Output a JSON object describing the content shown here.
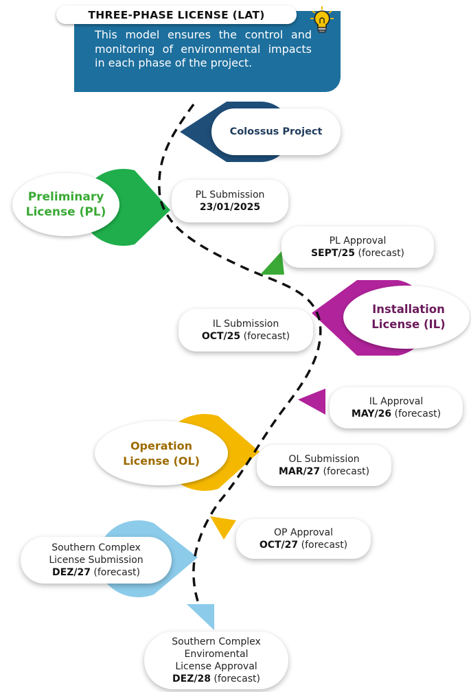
{
  "header": {
    "title": "THREE-PHASE LICENSE (LAT)",
    "description": "This model ensures the control and monitoring of environmental impacts in each phase of the project."
  },
  "colors": {
    "header_bg": "#1d6f9d",
    "project": "#1f4e79",
    "pl": "#1fae4b",
    "pl_text": "#3aa935",
    "il": "#b0239a",
    "il_text": "#6b1a5b",
    "ol": "#f5b800",
    "ol_text": "#9c6a00",
    "southern": "#8ccbea"
  },
  "project": {
    "label": "Colossus Project"
  },
  "phases": {
    "pl": {
      "line1": "Preliminary",
      "line2": "License (PL)"
    },
    "il": {
      "line1": "Installation",
      "line2": "License (IL)"
    },
    "ol": {
      "line1": "Operation",
      "line2": "License (OL)"
    }
  },
  "milestones": {
    "pl_submission": {
      "label": "PL Submission",
      "date": "23/01/2025",
      "note": ""
    },
    "pl_approval": {
      "label": "PL Approval",
      "date": "SEPT/25",
      "note": " (forecast)"
    },
    "il_submission": {
      "label": "IL Submission",
      "date": "OCT/25",
      "note": " (forecast)"
    },
    "il_approval": {
      "label": "IL Approval",
      "date": "MAY/26",
      "note": " (forecast)"
    },
    "ol_submission": {
      "label": "OL Submission",
      "date": "MAR/27",
      "note": " (forecast)"
    },
    "op_approval": {
      "label": "OP Approval",
      "date": "OCT/27",
      "note": " (forecast)"
    },
    "southern_submission": {
      "line1": "Southern Complex",
      "line2": "License Submission",
      "date": "DEZ/27",
      "note": " (forecast)"
    },
    "southern_approval": {
      "line1": "Southern Complex",
      "line2": "Enviromental",
      "line3": "License Approval",
      "date": "DEZ/28",
      "note": " (forecast)"
    }
  }
}
